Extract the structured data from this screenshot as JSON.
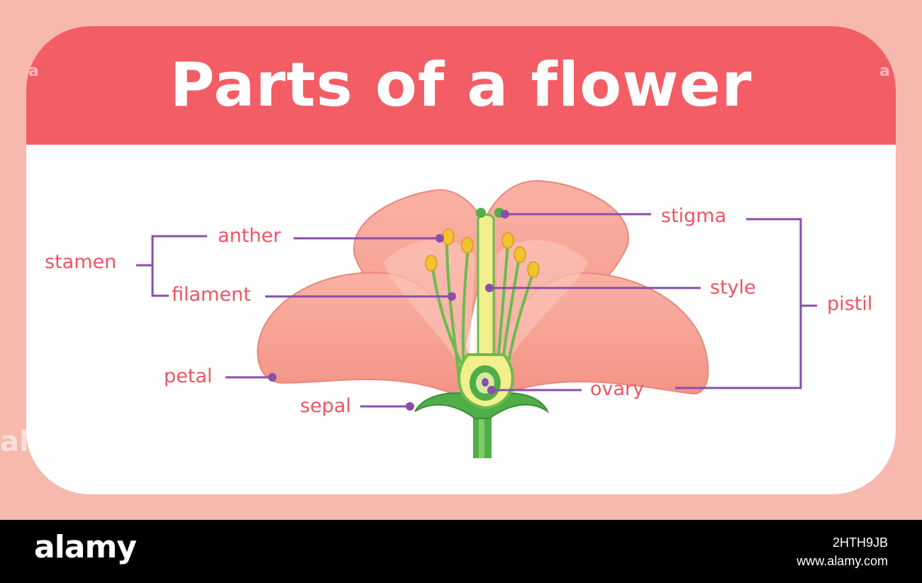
{
  "title": "Parts of a flower",
  "labels": {
    "stamen": "stamen",
    "anther": "anther",
    "filament": "filament",
    "petal": "petal",
    "sepal": "sepal",
    "stigma": "stigma",
    "style": "style",
    "ovary": "ovary",
    "pistil": "pistil"
  },
  "watermark": {
    "small": "a",
    "left_edge": "ala"
  },
  "footer": {
    "brand": "alamy",
    "image_id": "2HTH9JB",
    "site": "www.alamy.com"
  },
  "colors": {
    "background": "#f7b8ad",
    "banner": "#f35d66",
    "label_text": "#ee5563",
    "leader_line": "#8a4fa8",
    "petal": "#f7a79a",
    "stem": "#4fae48"
  }
}
